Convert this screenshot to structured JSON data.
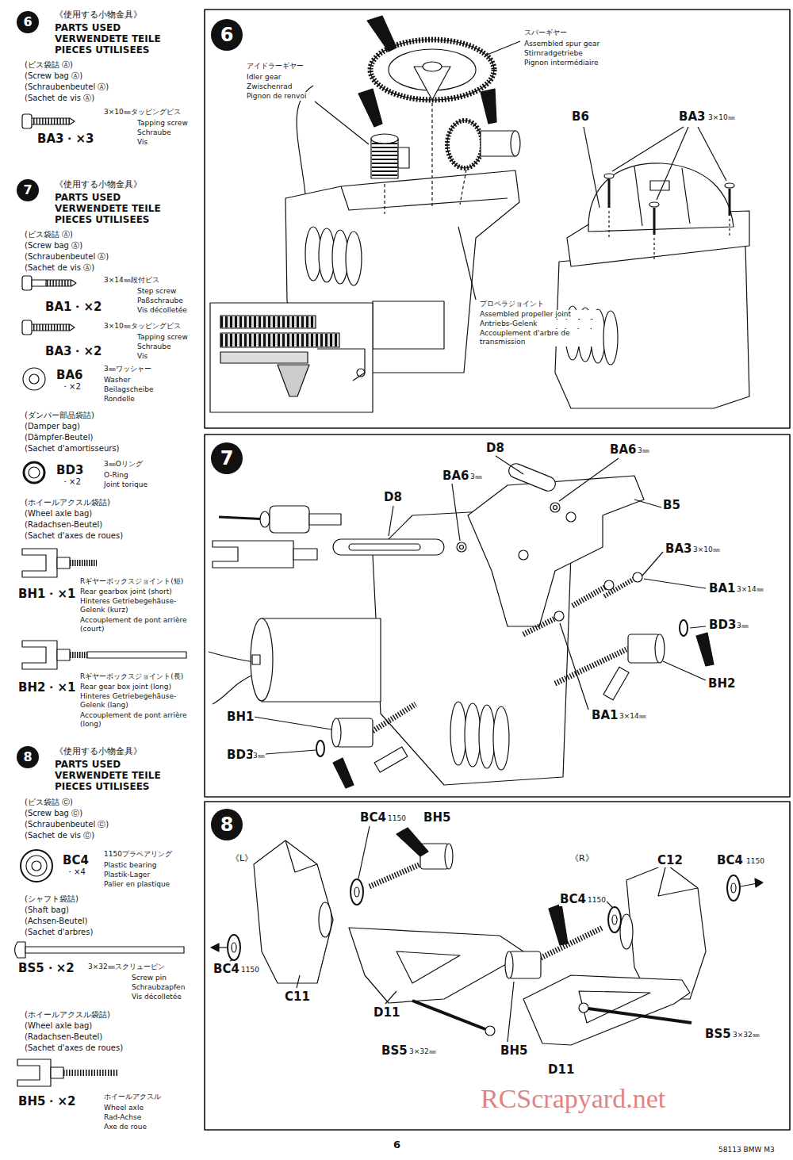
{
  "diagram": {
    "nodes": [
      {
        "text": [
          "6"
        ]
      },
      {
        "text": [
          "6"
        ]
      },
      {
        "text": [
          "7"
        ]
      },
      {
        "text": [
          "7"
        ]
      },
      {
        "text": [
          "8"
        ]
      },
      {
        "text": [
          "8"
        ]
      }
    ],
    "labels": [
      "《使用する小物金具》",
      "PARTS USED",
      "VERWENDETE TEILE",
      "PIECES UTILISEES",
      "(ビス袋詰 Ⓐ)",
      "(Screw bag Ⓐ)",
      "(Schraubenbeutel Ⓐ)",
      "(Sachet de vis Ⓐ)",
      "3×10㎜タッピングビス",
      "Tapping screw",
      "Schraube",
      "Vis",
      "BA3・×3",
      "《使用する小物金具》",
      "PARTS USED",
      "VERWENDETE TEILE",
      "PIECES UTILISEES",
      "(ビス袋詰 Ⓐ)",
      "(Screw bag Ⓐ)",
      "(Schraubenbeutel Ⓐ)",
      "(Sachet de vis Ⓐ)",
      "3×14㎜段付ビス",
      "Step screw",
      "Paßschraube",
      "Vis décolletée",
      "BA1・×2",
      "3×10㎜タッピングビス",
      "Tapping screw",
      "Schraube",
      "Vis",
      "BA3・×2",
      "BA6",
      "・×2",
      "3㎜ワッシャー",
      "Washer",
      "Beilagscheibe",
      "Rondelle",
      "(ダンパー部品袋詰)",
      "(Damper bag)",
      "(Dämpfer-Beutel)",
      "(Sachet d'amortisseurs)",
      "BD3",
      "・×2",
      "3㎜Oリング",
      "O-Ring",
      "Joint torique",
      "(ホイールアクスル袋詰)",
      "(Wheel axle bag)",
      "(Radachsen-Beutel)",
      "(Sachet d'axes de roues)",
      "BH1・×1",
      "Rギヤーボックスジョイント(短)",
      "Rear gearbox joint (short)",
      "Hinteres Getriebegehäuse-Gelenk (kurz)",
      "Accouplement de pont arrière (court)",
      "BH2・×1",
      "Rギヤーボックスジョイント(長)",
      "Rear gear box joint (long)",
      "Hinteres Getriebegehäuse-Gelenk (lang)",
      "Accouplement de pont arrière (long)",
      "《使用する小物金具》",
      "PARTS USED",
      "VERWENDETE TEILE",
      "PIECES UTILISEES",
      "(ビス袋詰 Ⓒ)",
      "(Screw bag Ⓒ)",
      "(Schraubenbeutel Ⓒ)",
      "(Sachet de vis Ⓒ)",
      "BC4",
      "・×4",
      "1150プラベアリング",
      "Plastic bearing",
      "Plastik-Lager",
      "Palier en plastique",
      "(シャフト袋詰)",
      "(Shaft bag)",
      "(Achsen-Beutel)",
      "(Sachet d'arbres)",
      "BS5・×2",
      "3×32㎜スクリューピン",
      "Screw pin",
      "Schraubzapfen",
      "Vis décolletée",
      "(ホイールアクスル袋詰)",
      "(Wheel axle bag)",
      "(Radachsen-Beutel)",
      "(Sachet d'axes de roues)",
      "BH5・×2",
      "ホイールアクスル",
      "Wheel axle",
      "Rad-Achse",
      "Axe de roue",
      "アイドラーギヤー",
      "Idler gear",
      "Zwischenrad",
      "Pignon de renvoi",
      "スパーギヤー",
      "Assembled spur gear",
      "Stirnradgetriebe",
      "Pignon intermédiaire",
      "プロペラジョイント",
      "Assembled propeller joint",
      "Antriebs-Gelenk",
      "Accouplement d'arbre de transmission",
      "B6",
      "BA3",
      "3×10㎜",
      "D8",
      "BA6",
      "3㎜",
      "BA6",
      "3㎜",
      "D8",
      "B5",
      "BA3",
      "3×10㎜",
      "BA1",
      "3×14㎜",
      "BD3",
      "3㎜",
      "BH2",
      "BA1",
      "3×14㎜",
      "BH1",
      "BD3",
      "3㎜",
      "《L》",
      "BC4",
      "1150",
      "BH5",
      "BC4",
      "1150",
      "C11",
      "D11",
      "BS5",
      "3×32㎜",
      "《R》",
      "C12",
      "BC4",
      "1150",
      "BC4",
      "1150",
      "BS5",
      "3×32㎜",
      "BH5",
      "D11",
      "6",
      "58113 BMW M3",
      "RCScrapyard.net"
    ]
  }
}
